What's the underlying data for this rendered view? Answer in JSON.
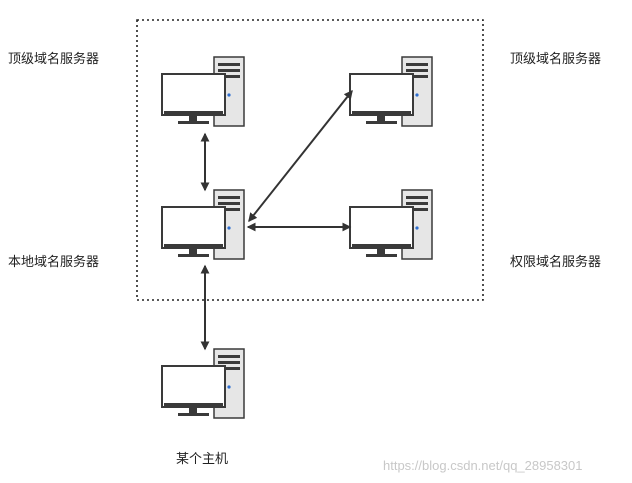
{
  "labels": {
    "top_left": "顶级域名服务器",
    "top_right": "顶级域名服务器",
    "local": "本地域名服务器",
    "authoritative": "权限域名服务器",
    "host": "某个主机"
  },
  "watermark": "https://blog.csdn.net/qq_28958301",
  "icons": {
    "computer": "desktop-computer-icon"
  },
  "colors": {
    "monitor_frame": "#3a3a3a",
    "screen": "#ffffff",
    "tower_body": "#e6e6e6",
    "tower_outline": "#3a3a3a",
    "tower_slot": "#3a3a3a",
    "power_led": "#2f6fd0",
    "arrow": "#333333",
    "dotted_border": "#222222"
  }
}
